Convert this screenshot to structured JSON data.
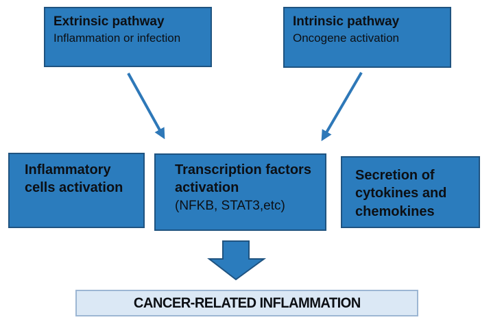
{
  "diagram": {
    "boxes": {
      "extrinsic": {
        "title": "Extrinsic pathway",
        "subtitle": "Inflammation or infection"
      },
      "intrinsic": {
        "title": "Intrinsic pathway",
        "subtitle": "Oncogene activation"
      },
      "inflammatory": {
        "title": "Inflammatory cells activation"
      },
      "transcription": {
        "title": "Transcription factors activation",
        "subtitle": "(NFKB, STAT3,etc)"
      },
      "secretion": {
        "title": "Secretion of cytokines and chemokines"
      },
      "result": {
        "title": "CANCER-RELATED INFLAMMATION"
      }
    },
    "colors": {
      "box_fill": "#2b7cbd",
      "box_border": "#1f5380",
      "result_fill": "#dbe8f5",
      "result_border": "#9cb6d3",
      "arrow": "#2e78b8",
      "text": "#0c0f14"
    }
  }
}
